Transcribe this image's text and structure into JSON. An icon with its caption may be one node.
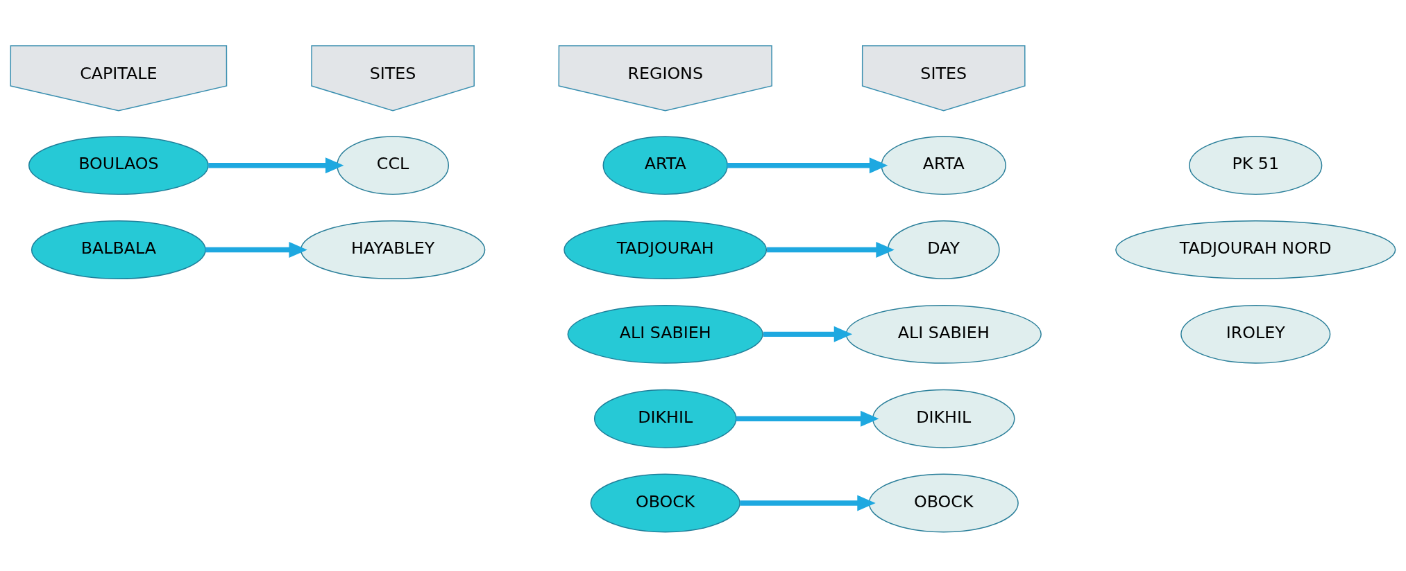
{
  "diagram": {
    "nodes": [
      {
        "text": [
          "CAPITALE"
        ]
      },
      {
        "text": [
          "SITES"
        ]
      },
      {
        "text": [
          "REGIONS"
        ]
      },
      {
        "text": [
          "SITES"
        ]
      },
      {
        "text": [
          "BOULAOS"
        ]
      },
      {
        "text": [
          "CCL"
        ]
      },
      {
        "text": [
          "BALBALA"
        ]
      },
      {
        "text": [
          "HAYABLEY"
        ]
      },
      {
        "text": [
          "ARTA"
        ]
      },
      {
        "text": [
          "ARTA"
        ]
      },
      {
        "text": [
          "PK 51"
        ]
      },
      {
        "text": [
          "TADJOURAH"
        ]
      },
      {
        "text": [
          "DAY"
        ]
      },
      {
        "text": [
          "TADJOURAH NORD"
        ]
      },
      {
        "text": [
          "ALI SABIEH"
        ]
      },
      {
        "text": [
          "ALI SABIEH"
        ]
      },
      {
        "text": [
          "IROLEY"
        ]
      },
      {
        "text": [
          "DIKHIL"
        ]
      },
      {
        "text": [
          "DIKHIL"
        ]
      },
      {
        "text": [
          "OBOCK"
        ]
      },
      {
        "text": [
          "OBOCK"
        ]
      }
    ],
    "edges": [
      {
        "from": 4,
        "to": 5,
        "arrow": "to"
      },
      {
        "from": 6,
        "to": 7,
        "arrow": "to"
      },
      {
        "from": 8,
        "to": 9,
        "arrow": "to"
      },
      {
        "from": 11,
        "to": 12,
        "arrow": "to"
      },
      {
        "from": 14,
        "to": 15,
        "arrow": "to"
      },
      {
        "from": 17,
        "to": 18,
        "arrow": "to"
      },
      {
        "from": 19,
        "to": 20,
        "arrow": "to"
      }
    ]
  }
}
